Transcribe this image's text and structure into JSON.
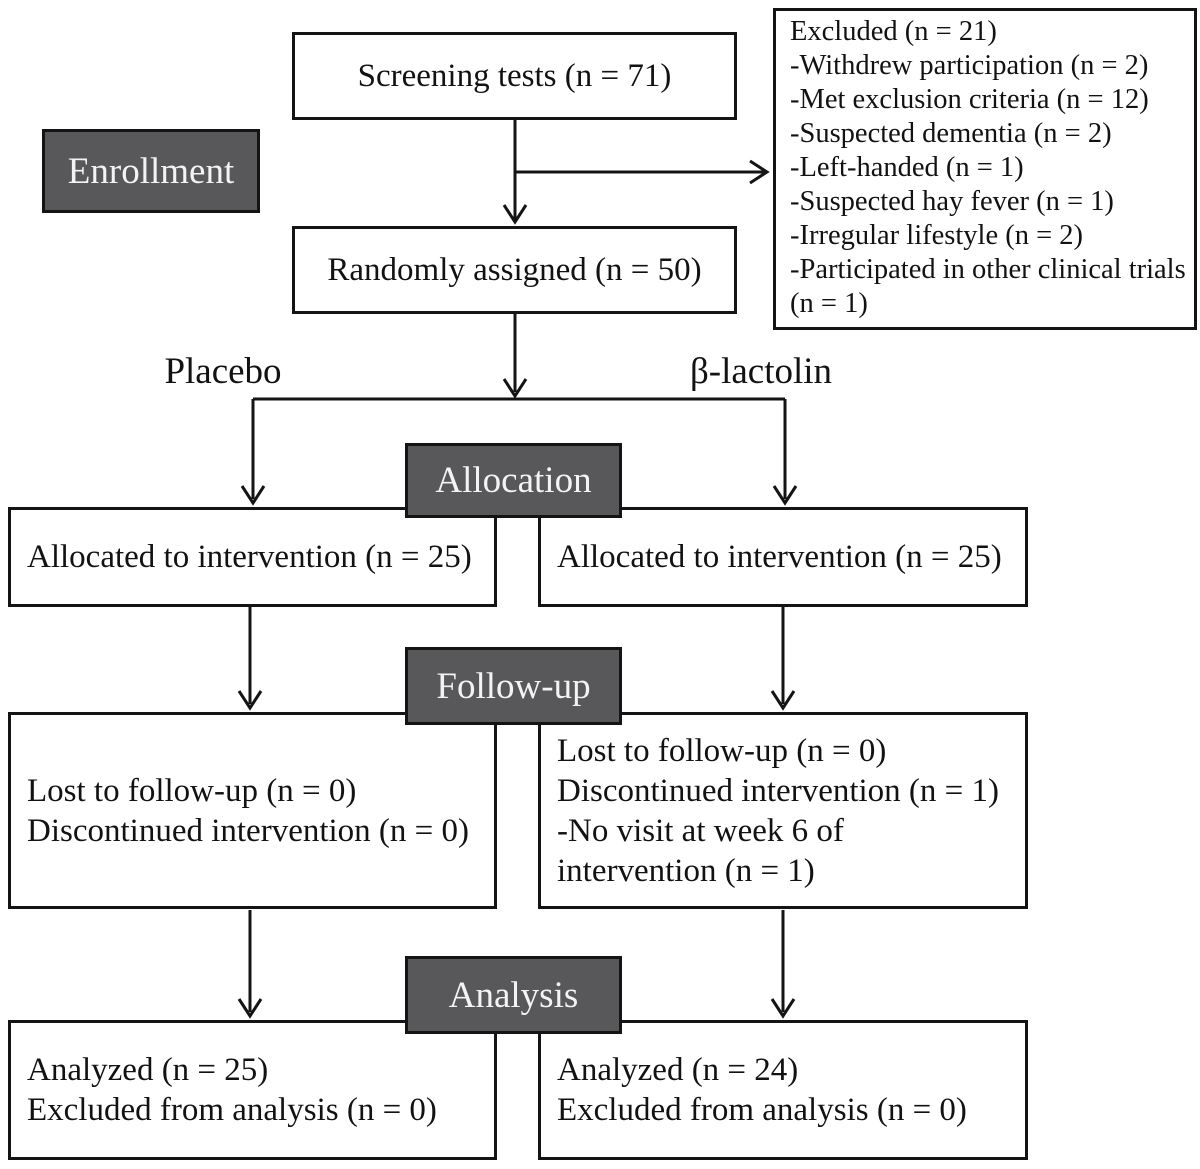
{
  "colors": {
    "section_header_bg": "#58585a",
    "section_header_text": "#f3f3f3",
    "box_border": "#141414",
    "line_color": "#141414",
    "text": "#121212",
    "background": "#ffffff"
  },
  "enrollment": {
    "label": "Enrollment"
  },
  "screening": {
    "text": "Screening tests (n = 71)"
  },
  "excluded": {
    "lines": [
      "Excluded (n = 21)",
      "-Withdrew participation (n = 2)",
      "-Met exclusion criteria (n = 12)",
      "-Suspected dementia (n = 2)",
      "-Left-handed (n = 1)",
      "-Suspected hay fever (n = 1)",
      "-Irregular lifestyle (n = 2)",
      "-Participated in other clinical trials",
      "(n = 1)"
    ]
  },
  "randomized": {
    "text": "Randomly assigned (n = 50)"
  },
  "arms": {
    "left_label": "Placebo",
    "right_label": "β-lactolin"
  },
  "section_headers": {
    "allocation": "Allocation",
    "followup": "Follow-up",
    "analysis": "Analysis"
  },
  "allocation": {
    "left_text": "Allocated to intervention (n = 25)",
    "right_text": "Allocated to intervention (n = 25)"
  },
  "followup": {
    "left_lines": [
      "Lost to follow-up (n = 0)",
      "Discontinued intervention (n = 0)"
    ],
    "right_lines": [
      "Lost to follow-up (n = 0)",
      "Discontinued intervention (n = 1)",
      "-No visit at week 6 of",
      "intervention (n = 1)"
    ]
  },
  "analysis": {
    "left_lines": [
      "Analyzed (n = 25)",
      "Excluded from analysis (n = 0)"
    ],
    "right_lines": [
      "Analyzed (n = 24)",
      "Excluded from analysis (n = 0)"
    ]
  }
}
